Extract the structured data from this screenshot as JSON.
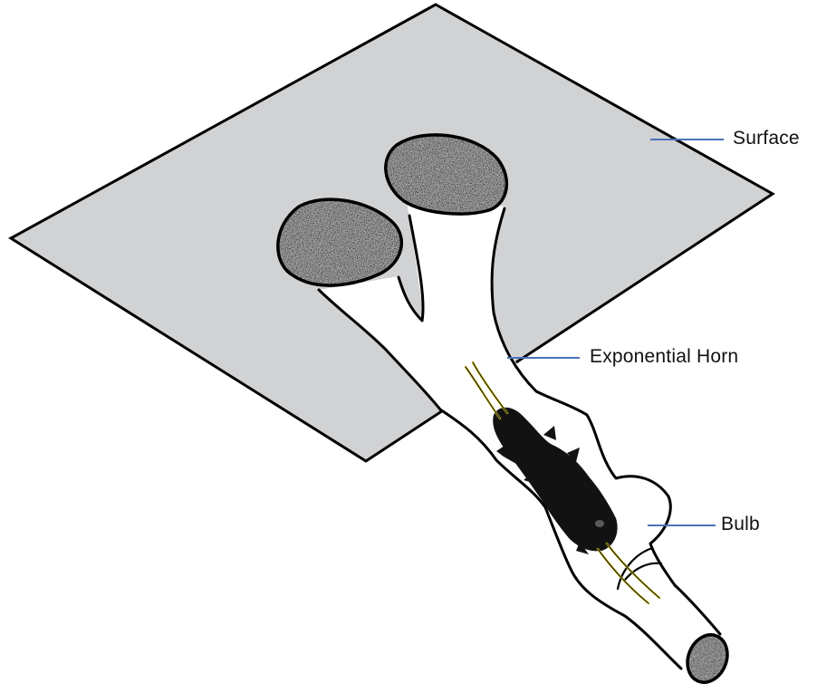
{
  "labels": {
    "surface": "Surface",
    "horn": "Exponential Horn",
    "bulb": "Bulb"
  },
  "colors": {
    "surface_fill": "#d1d2d4",
    "outline": "#000000",
    "leader_line": "#4a74b8",
    "speckle_base": "#a6a6a6",
    "cricket": "#121212",
    "antenna_highlight": "#d6c818"
  }
}
